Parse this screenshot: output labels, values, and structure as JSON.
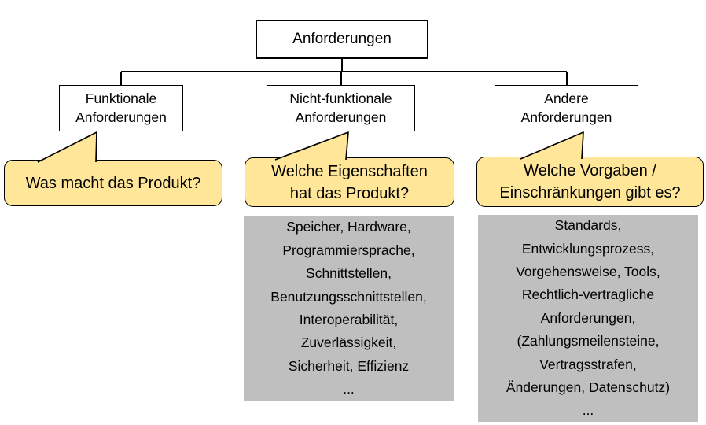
{
  "diagram": {
    "title": "Anforderungen taxonomy diagram",
    "root": {
      "label": "Anforderungen"
    },
    "children": [
      {
        "label": "Funktionale\nAnforderungen"
      },
      {
        "label": "Nicht-funktionale\nAnforderungen"
      },
      {
        "label": "Andere\nAnforderungen"
      }
    ],
    "callouts": [
      {
        "text": "Was macht das Produkt?"
      },
      {
        "text": "Welche Eigenschaften\nhat das Produkt?"
      },
      {
        "text": "Welche Vorgaben /\nEinschränkungen gibt es?"
      }
    ],
    "detail_boxes": [
      {
        "lines": [
          "Speicher, Hardware,",
          "Programmiersprache,",
          "Schnittstellen,",
          "Benutzungsschnittstellen,",
          "Interoperabilität,",
          "Zuverlässigkeit,",
          "Sicherheit, Effizienz",
          "..."
        ]
      },
      {
        "lines": [
          "Standards,",
          "Entwicklungsprozess,",
          "Vorgehensweise, Tools,",
          "Rechtlich-vertragliche",
          "Anforderungen,",
          "(Zahlungsmeilensteine,",
          "Vertragsstrafen,",
          "Änderungen, Datenschutz)",
          "..."
        ]
      }
    ],
    "colors": {
      "callout_fill": "#FFE699",
      "detail_fill": "#BFBFBF",
      "line": "#000000",
      "box_fill": "#FFFFFF"
    }
  }
}
